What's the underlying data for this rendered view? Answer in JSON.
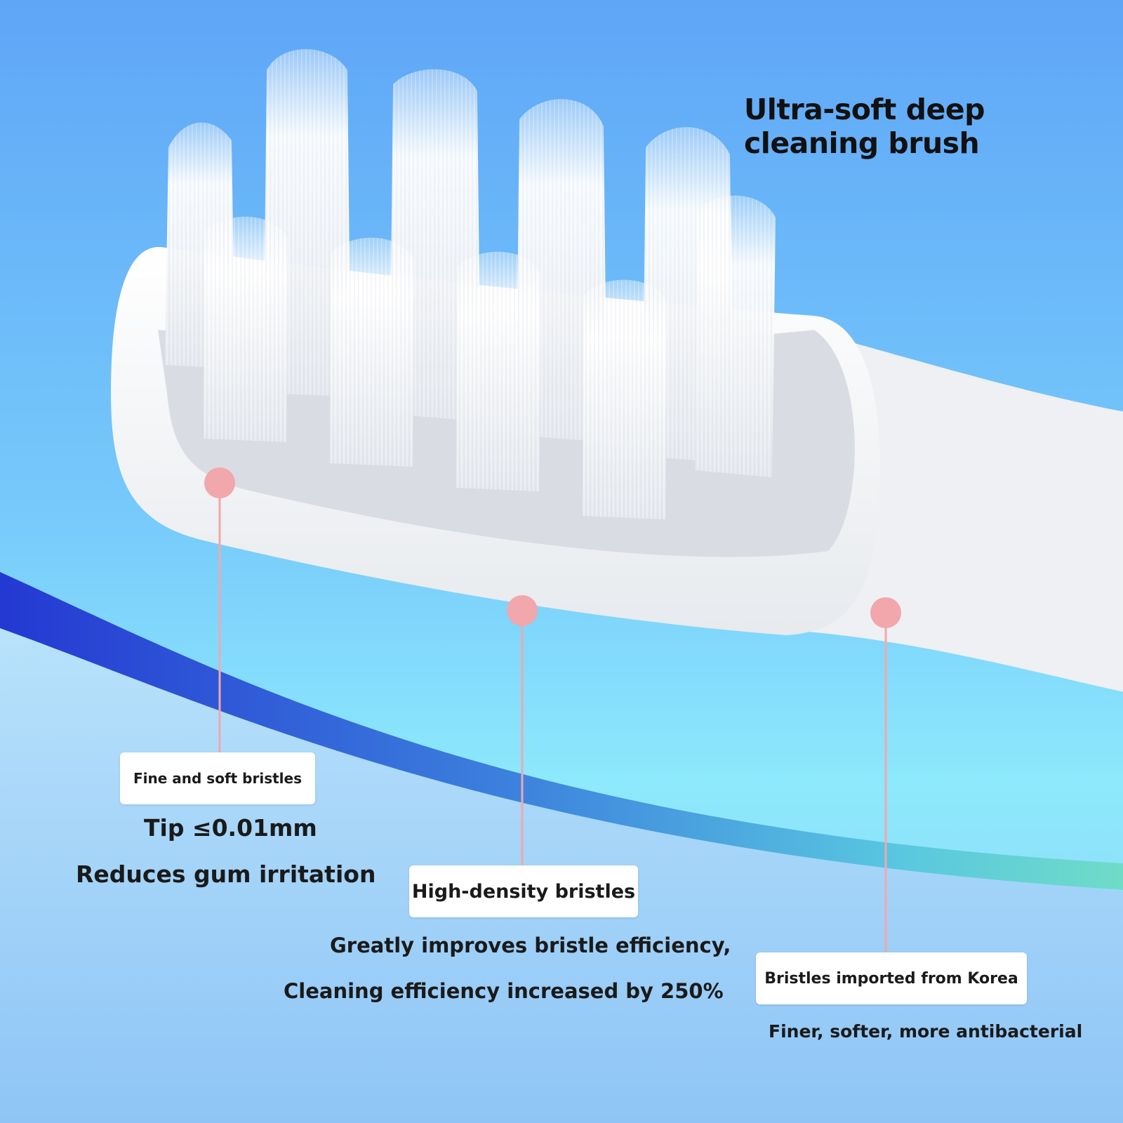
{
  "headline": {
    "line1": "Ultra-soft deep",
    "line2": "cleaning brush"
  },
  "callouts": [
    {
      "label": "Fine and soft bristles",
      "lines": [
        "Tip ≤0.01mm",
        "Reduces gum irritation"
      ]
    },
    {
      "label": "High-density bristles",
      "lines": [
        "Greatly improves bristle efficiency,",
        "Cleaning efficiency increased by 250%"
      ]
    },
    {
      "label": "Bristles imported from Korea",
      "lines": [
        "Finer, softer, more antibacterial"
      ]
    }
  ],
  "colors": {
    "background_top": "#5fa6f7",
    "background_mid": "#84e8fb",
    "accent_swoosh": "#2a4fd6",
    "marker": "#f1a7ab",
    "brush_head": "#f7f8fa"
  },
  "icons": [
    "toothbrush-head-illustration",
    "callout-marker-dot"
  ]
}
